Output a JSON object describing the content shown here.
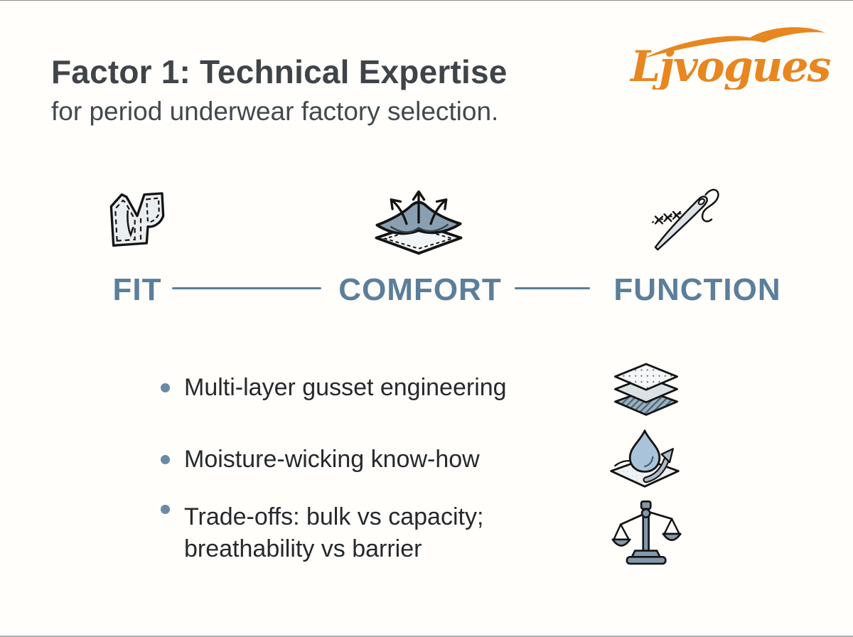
{
  "logo": {
    "text": "Ljvogues",
    "color": "#E8861F"
  },
  "header": {
    "title": "Factor 1: Technical Expertise",
    "subtitle": "for period underwear factory selection."
  },
  "pillars": {
    "items": [
      {
        "label": "FIT",
        "icon": "sewing-pattern-icon"
      },
      {
        "label": "COMFORT",
        "icon": "breathable-fabric-icon"
      },
      {
        "label": "FUNCTION",
        "icon": "needle-thread-icon"
      }
    ]
  },
  "bullets": {
    "items": [
      {
        "text": "Multi-layer gusset engineering",
        "icon": "fabric-layers-icon"
      },
      {
        "text": "Moisture-wicking know-how",
        "icon": "moisture-wicking-icon"
      },
      {
        "text": "Trade-offs: bulk vs capacity; breathability vs barrier",
        "icon": "balance-scale-icon"
      }
    ]
  },
  "colors": {
    "accent_orange": "#E8861F",
    "steel_blue": "#5B7E9B",
    "title_text": "#3F4449",
    "body_text": "#26292C",
    "icon_steel": "#8399AB"
  }
}
